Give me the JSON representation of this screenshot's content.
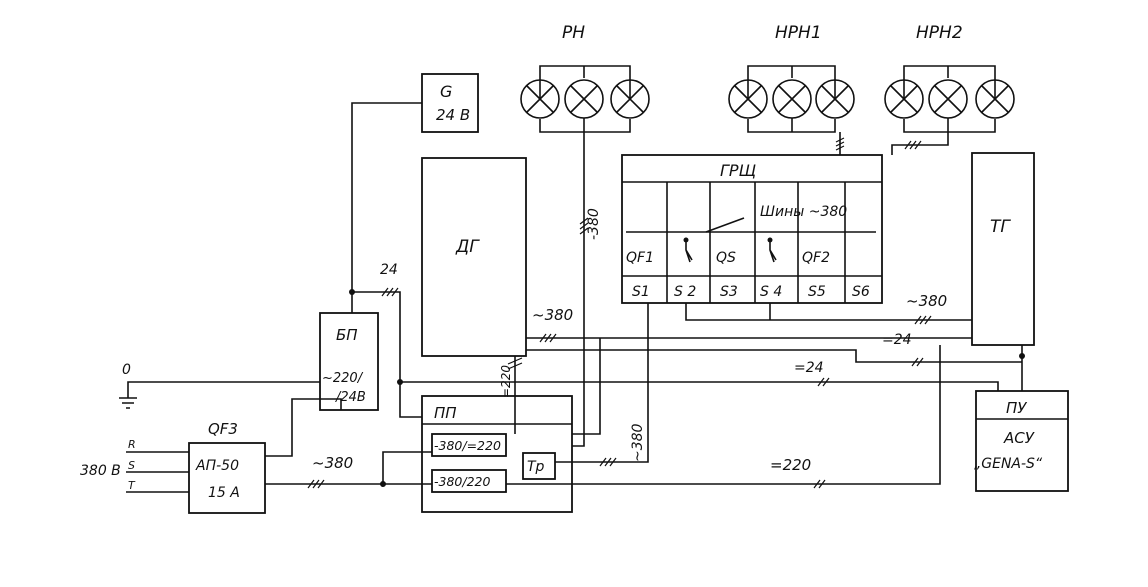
{
  "lamps": {
    "rn": "РН",
    "nrn1": "НРН1",
    "nrn2": "НРН2"
  },
  "generator_g": {
    "name": "G",
    "voltage": "24 В"
  },
  "dg": "ДГ",
  "tg": "ТГ",
  "grsh": {
    "title": "ГРЩ",
    "busbars": "Шины ~380",
    "qf1": "QF1",
    "qs": "QS",
    "qf2": "QF2",
    "sections": [
      "S1",
      "S 2",
      "S3",
      "S 4",
      "S5",
      "S6"
    ]
  },
  "bp": {
    "name": "БП",
    "ratio_top": "~220/",
    "ratio_bottom": "/24В"
  },
  "pp": {
    "name": "ПП",
    "conv1": "-380/=220",
    "conv2": "-380/220",
    "tr": "Тр"
  },
  "qf3": {
    "name": "QF3",
    "type": "АП-50",
    "current": "15 А"
  },
  "supply": {
    "voltage": "380 В",
    "phases": [
      "R",
      "S",
      "T"
    ]
  },
  "ground_label": "0",
  "pu": {
    "name": "ПУ",
    "line1": "АСУ",
    "line2": "„GENA-S“"
  },
  "wire_labels": {
    "v24": "24",
    "dg_out": "~380",
    "dg_dc": "=220",
    "rn_feed": "-380",
    "tg_ac": "~380",
    "tg_dc": "=24",
    "bus_dc": "=24",
    "ac_in": "~380",
    "pp_out": "~380",
    "dc220": "=220"
  }
}
